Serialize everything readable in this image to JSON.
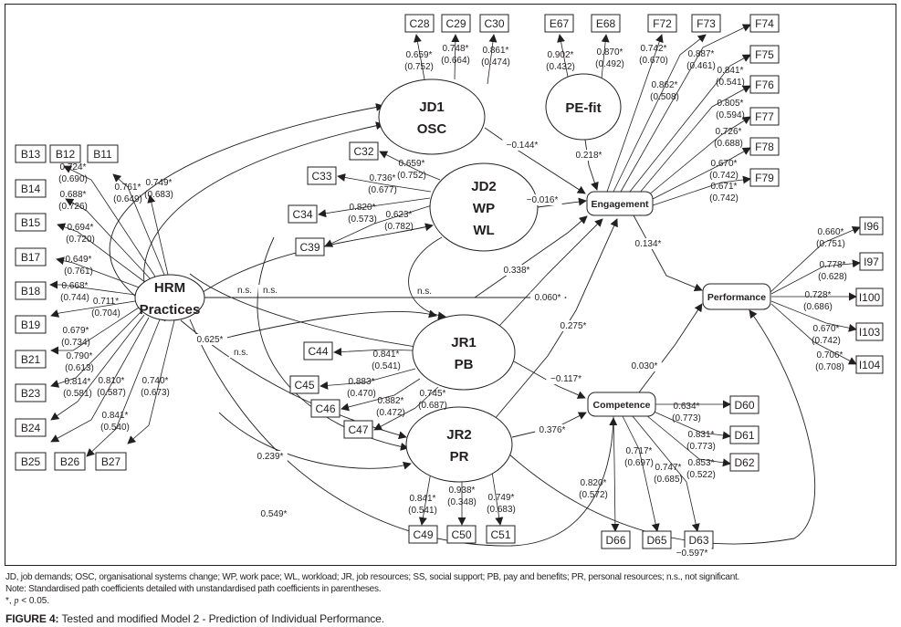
{
  "figure": {
    "label": "FIGURE 4:",
    "title": "Tested and modified Model 2 - Prediction of Individual Performance.",
    "abbreviations": "JD, job demands; OSC, organisational systems change; WP, work pace; WL, workload; JR, job resources; SS, social support; PB, pay and benefits; PR, personal resources; n.s., not significant.",
    "note": "Note: Standardised path coefficients detailed with unstandardised path coefficients in parentheses.",
    "significance_symbol": "*, ",
    "significance_p": "p",
    "significance_rule": " < 0.05."
  },
  "latent_constructs": [
    {
      "id": "hrm",
      "lines": [
        "HRM",
        "Practices"
      ],
      "shape": "ellipse"
    },
    {
      "id": "jd1",
      "lines": [
        "JD1",
        "OSC"
      ],
      "shape": "ellipse"
    },
    {
      "id": "jd2",
      "lines": [
        "JD2",
        "WP",
        "WL"
      ],
      "shape": "ellipse"
    },
    {
      "id": "jr1",
      "lines": [
        "JR1",
        "PB"
      ],
      "shape": "ellipse"
    },
    {
      "id": "jr2",
      "lines": [
        "JR2",
        "PR"
      ],
      "shape": "ellipse"
    },
    {
      "id": "pefit",
      "lines": [
        "PE-fit"
      ],
      "shape": "ellipse"
    },
    {
      "id": "engagement",
      "lines": [
        "Engagement"
      ],
      "shape": "rounded-rect"
    },
    {
      "id": "competence",
      "lines": [
        "Competence"
      ],
      "shape": "rounded-rect"
    },
    {
      "id": "performance",
      "lines": [
        "Performance"
      ],
      "shape": "rounded-rect"
    }
  ],
  "indicators": [
    {
      "construct": "hrm",
      "item": "B11",
      "std": "0.749*",
      "unstd": "(0.683)"
    },
    {
      "construct": "hrm",
      "item": "B12",
      "std": "0.761*",
      "unstd": "(0.649)"
    },
    {
      "construct": "hrm",
      "item": "B13",
      "std": "0.724*",
      "unstd": "(0.690)"
    },
    {
      "construct": "hrm",
      "item": "B14",
      "std": "0.688*",
      "unstd": "(0.726)"
    },
    {
      "construct": "hrm",
      "item": "B15",
      "std": "0.694*",
      "unstd": "(0.720)"
    },
    {
      "construct": "hrm",
      "item": "B17",
      "std": "0.649*",
      "unstd": "(0.761)"
    },
    {
      "construct": "hrm",
      "item": "B18",
      "std": "0.668*",
      "unstd": "(0.744)"
    },
    {
      "construct": "hrm",
      "item": "B19",
      "std": "0.711*",
      "unstd": "(0.704)"
    },
    {
      "construct": "hrm",
      "item": "B21",
      "std": "0.679*",
      "unstd": "(0.734)"
    },
    {
      "construct": "hrm",
      "item": "B23",
      "std": "0.790*",
      "unstd": "(0.613)"
    },
    {
      "construct": "hrm",
      "item": "B24",
      "std": "0.814*",
      "unstd": "(0.581)"
    },
    {
      "construct": "hrm",
      "item": "B25",
      "std": "0.810*",
      "unstd": "(0.587)"
    },
    {
      "construct": "hrm",
      "item": "B26",
      "std": "0.841*",
      "unstd": "(0.540)"
    },
    {
      "construct": "hrm",
      "item": "B27",
      "std": "0.740*",
      "unstd": "(0.673)"
    },
    {
      "construct": "jd1",
      "item": "C28",
      "std": "0.659*",
      "unstd": "(0.752)"
    },
    {
      "construct": "jd1",
      "item": "C29",
      "std": "0.748*",
      "unstd": "(0.664)"
    },
    {
      "construct": "jd1",
      "item": "C30",
      "std": "0.861*",
      "unstd": "(0.474)"
    },
    {
      "construct": "pefit",
      "item": "E67",
      "std": "0.902*",
      "unstd": "(0.432)"
    },
    {
      "construct": "pefit",
      "item": "E68",
      "std": "0.870*",
      "unstd": "(0.492)"
    },
    {
      "construct": "jd2",
      "item": "C32",
      "std": "0.659*",
      "unstd": "(0.752)"
    },
    {
      "construct": "jd2",
      "item": "C33",
      "std": "0.736*",
      "unstd": "(0.677)"
    },
    {
      "construct": "jd2",
      "item": "C34",
      "std": "0.820*",
      "unstd": "(0.573)"
    },
    {
      "construct": "jd2",
      "item": "C39",
      "std": "0.623*",
      "unstd": "(0.782)"
    },
    {
      "construct": "jr1",
      "item": "C44",
      "std": "0.841*",
      "unstd": "(0.541)"
    },
    {
      "construct": "jr1",
      "item": "C45",
      "std": "0.883*",
      "unstd": "(0.470)"
    },
    {
      "construct": "jr1",
      "item": "C46",
      "std": "0.882*",
      "unstd": "(0.472)"
    },
    {
      "construct": "jr1",
      "item": "C47",
      "std": "0.745*",
      "unstd": "(0.687)"
    },
    {
      "construct": "jr2",
      "item": "C49",
      "std": "0.841*",
      "unstd": "(0.541)"
    },
    {
      "construct": "jr2",
      "item": "C50",
      "std": "0.938*",
      "unstd": "(0.348)"
    },
    {
      "construct": "jr2",
      "item": "C51",
      "std": "0.749*",
      "unstd": "(0.683)"
    },
    {
      "construct": "engagement",
      "item": "F72",
      "std": "0.742*",
      "unstd": "(0.670)"
    },
    {
      "construct": "engagement",
      "item": "F73",
      "std": "0.862*",
      "unstd": "(0.508)"
    },
    {
      "construct": "engagement",
      "item": "F74",
      "std": "0.887*",
      "unstd": "(0.461)"
    },
    {
      "construct": "engagement",
      "item": "F75",
      "std": "0.841*",
      "unstd": "(0.541)"
    },
    {
      "construct": "engagement",
      "item": "F76",
      "std": "0.805*",
      "unstd": "(0.594)"
    },
    {
      "construct": "engagement",
      "item": "F77",
      "std": "0.726*",
      "unstd": "(0.688)"
    },
    {
      "construct": "engagement",
      "item": "F78",
      "std": "0.670*",
      "unstd": "(0.742)"
    },
    {
      "construct": "engagement",
      "item": "F79",
      "std": "0.671*",
      "unstd": "(0.742)"
    },
    {
      "construct": "performance",
      "item": "I96",
      "std": "0.660*",
      "unstd": "(0.751)"
    },
    {
      "construct": "performance",
      "item": "I97",
      "std": "0.778*",
      "unstd": "(0.628)"
    },
    {
      "construct": "performance",
      "item": "I100",
      "std": "0.728*",
      "unstd": "(0.686)"
    },
    {
      "construct": "performance",
      "item": "I103",
      "std": "0.670*",
      "unstd": "(0.742)"
    },
    {
      "construct": "performance",
      "item": "I104",
      "std": "0.706*",
      "unstd": "(0.708)"
    },
    {
      "construct": "competence",
      "item": "D60",
      "std": "0.634*",
      "unstd": "(0.773)"
    },
    {
      "construct": "competence",
      "item": "D61",
      "std": "0.831*",
      "unstd": "(0.773)"
    },
    {
      "construct": "competence",
      "item": "D62",
      "std": "0.853*",
      "unstd": "(0.522)"
    },
    {
      "construct": "competence",
      "item": "D63",
      "std": "0.747*",
      "unstd": "(0.685)"
    },
    {
      "construct": "competence",
      "item": "D65",
      "std": "0.717*",
      "unstd": "(0.697)"
    },
    {
      "construct": "competence",
      "item": "D66",
      "std": "0.820*",
      "unstd": "(0.572)"
    }
  ],
  "structural_paths": [
    {
      "id": "hrm-jd1-a",
      "from": "hrm",
      "to": "jd1",
      "label": ""
    },
    {
      "id": "hrm-jd1-b",
      "from": "hrm",
      "to": "jd1",
      "label": "n.s."
    },
    {
      "id": "hrm-jd2",
      "from": "hrm",
      "to": "jd2",
      "label": "n.s."
    },
    {
      "id": "hrm-engagement",
      "from": "hrm",
      "to": "engagement",
      "label": "n.s."
    },
    {
      "id": "hrm-jr1-a",
      "from": "hrm",
      "to": "jr1",
      "label": "0.625*"
    },
    {
      "id": "hrm-jr1-b",
      "from": "hrm",
      "to": "jr1",
      "label": ""
    },
    {
      "id": "hrm-jr2-a",
      "from": "hrm",
      "to": "jr2",
      "label": "n.s."
    },
    {
      "id": "hrm-jr2-b",
      "from": "hrm",
      "to": "jr2",
      "label": ""
    },
    {
      "id": "hrm-jr2-c",
      "from": "hrm",
      "to": "jr2",
      "label": "0.239*"
    },
    {
      "id": "hrm-competence",
      "from": "hrm",
      "to": "competence",
      "label": "0.549*"
    },
    {
      "id": "jd2-jr1",
      "from": "jd2",
      "to": "jr1",
      "label": "n.s."
    },
    {
      "id": "jd1-engagement",
      "from": "jd1",
      "to": "engagement",
      "label": "−0.144*"
    },
    {
      "id": "pefit-engagement",
      "from": "pefit",
      "to": "engagement",
      "label": "0.218*"
    },
    {
      "id": "jd2-engagement",
      "from": "jd2",
      "to": "engagement",
      "label": "−0.016*"
    },
    {
      "id": "hrm-engagement-338",
      "from": "hrm",
      "to": "engagement",
      "label": "0.338*"
    },
    {
      "id": "jr1-engagement",
      "from": "jr1",
      "to": "engagement",
      "label": "0.060*"
    },
    {
      "id": "jr2-engagement",
      "from": "jr2",
      "to": "engagement",
      "label": "0.275*"
    },
    {
      "id": "jr1-competence",
      "from": "jr1",
      "to": "competence",
      "label": "−0.117*"
    },
    {
      "id": "jr2-competence",
      "from": "jr2",
      "to": "competence",
      "label": "0.376*"
    },
    {
      "id": "engagement-performance",
      "from": "engagement",
      "to": "performance",
      "label": "0.134*"
    },
    {
      "id": "competence-performance",
      "from": "competence",
      "to": "performance",
      "label": "0.030*"
    },
    {
      "id": "jr2-performance",
      "from": "jr2",
      "to": "performance",
      "label": "−0.597*"
    }
  ]
}
